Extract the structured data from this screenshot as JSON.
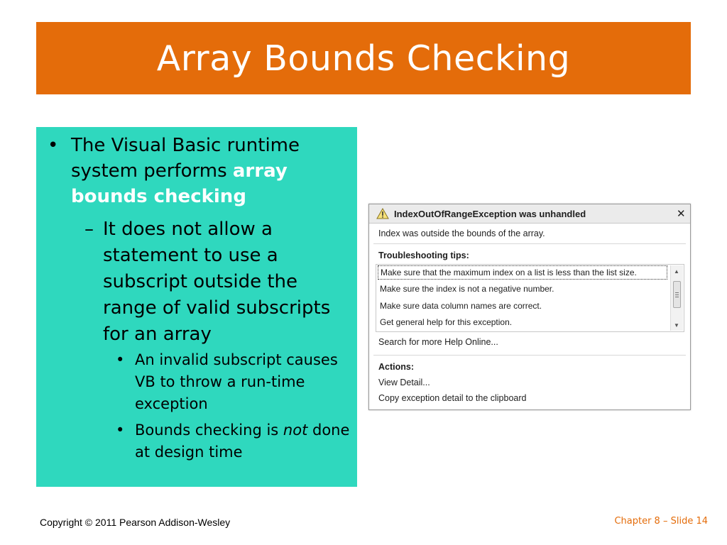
{
  "slide": {
    "title": "Array Bounds Checking",
    "accent_color": "#e46c0a",
    "box_color": "#2fd8be"
  },
  "content": {
    "bullet_symbol": "•",
    "dash_symbol": "–",
    "bullet1_text": "The Visual Basic runtime system performs ",
    "bullet1_emphasis": "array bounds checking",
    "sub_bullet_text": "It does not allow a statement to use a subscript outside the range of valid subscripts for an array",
    "sub_sub_bullet1": "An invalid subscript causes VB to throw a run-time exception",
    "sub_sub_bullet2_before": "Bounds checking is ",
    "sub_sub_bullet2_italic": "not",
    "sub_sub_bullet2_after": " done at design time"
  },
  "dialog": {
    "icon": "warning-icon",
    "title": "IndexOutOfRangeException was unhandled",
    "close_glyph": "✕",
    "message": "Index was outside the bounds of the array.",
    "tips_heading": "Troubleshooting tips:",
    "tips": [
      "Make sure that the maximum index on a list is less than the list size.",
      "Make sure the index is not a negative number.",
      "Make sure data column names are correct.",
      "Get general help for this exception."
    ],
    "search_link": "Search for more Help Online...",
    "actions_heading": "Actions:",
    "actions": [
      "View Detail...",
      "Copy exception detail to the clipboard"
    ]
  },
  "footer": {
    "copyright": "Copyright © 2011 Pearson Addison-Wesley",
    "slide_ref": "Chapter 8 – Slide 14"
  }
}
